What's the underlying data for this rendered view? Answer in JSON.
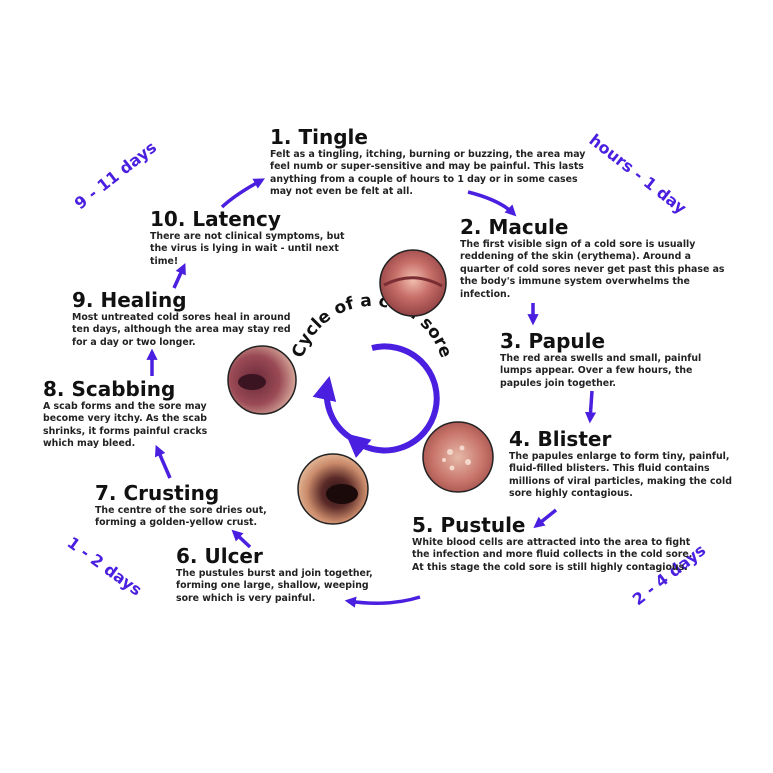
{
  "center_label": "Cycle of a cold sore",
  "durations": {
    "d1": "9 - 11 days",
    "d2": "hours - 1 day",
    "d3": "1 - 2 days",
    "d4": "2 - 4 days"
  },
  "stages": [
    {
      "title": "1. Tingle",
      "desc": "Felt as a tingling, itching, burning or buzzing, the area may feel numb or super-sensitive and may be painful. This lasts anything from a couple of hours to 1 day or in some cases may not even be felt at all."
    },
    {
      "title": "2. Macule",
      "desc": "The first visible sign of a cold sore is usually reddening of the skin (erythema). Around a quarter of cold sores never get past this phase as the body's immune system overwhelms the infection."
    },
    {
      "title": "3. Papule",
      "desc": "The red area swells and small, painful lumps appear. Over a few hours, the papules join together."
    },
    {
      "title": "4. Blister",
      "desc": "The papules enlarge to form tiny, painful, fluid-filled blisters. This fluid contains millions of viral particles, making the cold sore highly contagious."
    },
    {
      "title": "5. Pustule",
      "desc": "White blood cells are attracted into the area to fight the infection and more fluid collects in the cold sore. At this stage the cold sore is still highly contagious."
    },
    {
      "title": "6. Ulcer",
      "desc": "The pustules burst and join together, forming one large, shallow, weeping sore which is very painful."
    },
    {
      "title": "7. Crusting",
      "desc": "The centre of the sore dries out, forming a golden-yellow crust."
    },
    {
      "title": "8. Scabbing",
      "desc": "A scab forms and the sore may become very itchy. As the scab shrinks, it forms painful cracks which may bleed."
    },
    {
      "title": "9. Healing",
      "desc": "Most untreated cold sores heal in around ten days, although the area may stay red for a day or two longer."
    },
    {
      "title": "10. Latency",
      "desc": "There are not clinical symptoms, but the virus is lying in wait - until next time!"
    }
  ],
  "colors": {
    "accent": "#4a1fe0",
    "text": "#111111"
  }
}
